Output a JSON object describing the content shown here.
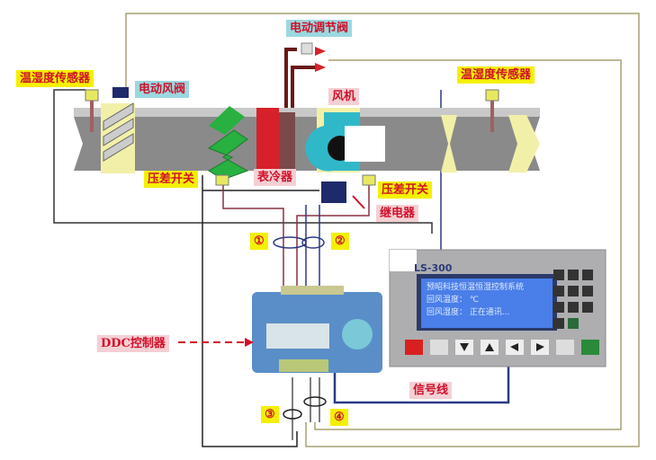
{
  "labels": {
    "sensor_left": "温湿度传感器",
    "sensor_right": "温湿度传感器",
    "damper": "电动风阀",
    "valve": "电动调节阀",
    "fan": "风机",
    "coil": "表冷器",
    "dp_switch_left": "压差开关",
    "dp_switch_right": "压差开关",
    "relay": "继电器",
    "ddc": "DDC控制器",
    "signal": "信号线",
    "n1": "①",
    "n2": "②",
    "n3": "③",
    "n4": "④"
  },
  "panel": {
    "model": "LS-300",
    "screen_title": "预昭科技恒温恒湿控制系统",
    "line1_label": "回风温度：",
    "line1_value": "℃",
    "line2_label": "回风湿度：",
    "line2_value": "正在通讯..."
  },
  "colors": {
    "duct": "#8c8c8c",
    "coil": "#d8202a",
    "filter": "#28b040",
    "fan": "#30b8c8",
    "label_yellow": "#f4f000",
    "wire_olive": "#a8a070"
  }
}
